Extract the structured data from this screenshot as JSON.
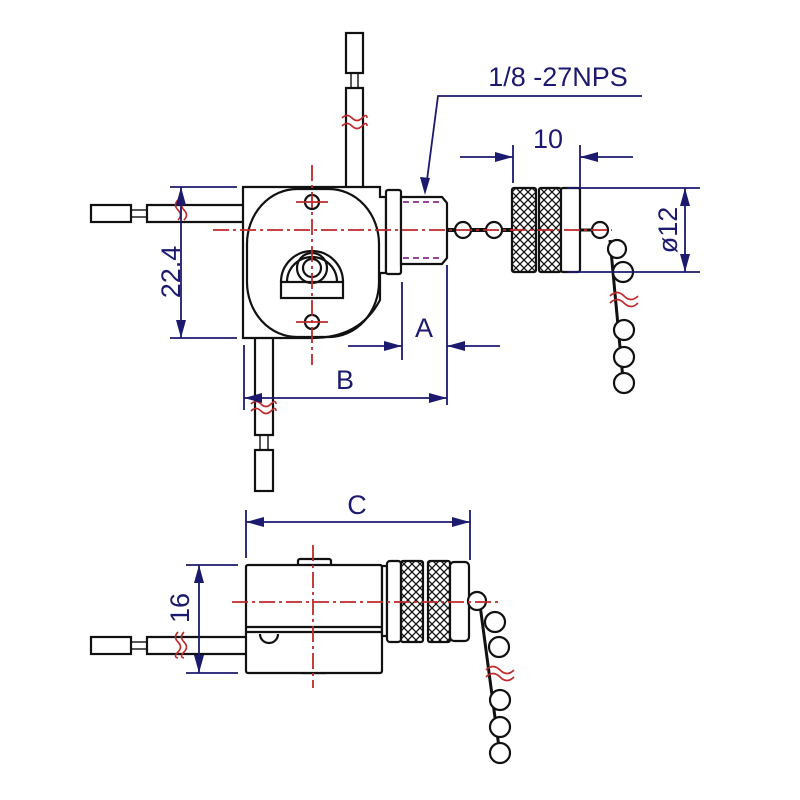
{
  "drawing": {
    "thread_callout": "1/8 -27NPS",
    "dimensions": {
      "height_top_view": "22.4",
      "length_a": "A",
      "length_b": "B",
      "knob_length": "10",
      "knob_diameter": "ø12",
      "height_side_view": "16",
      "length_c": "C"
    },
    "colors": {
      "outline": "#111111",
      "centerline": "#c0282a",
      "dimension": "#1c1a6e",
      "thread": "#8a2a8a"
    }
  }
}
